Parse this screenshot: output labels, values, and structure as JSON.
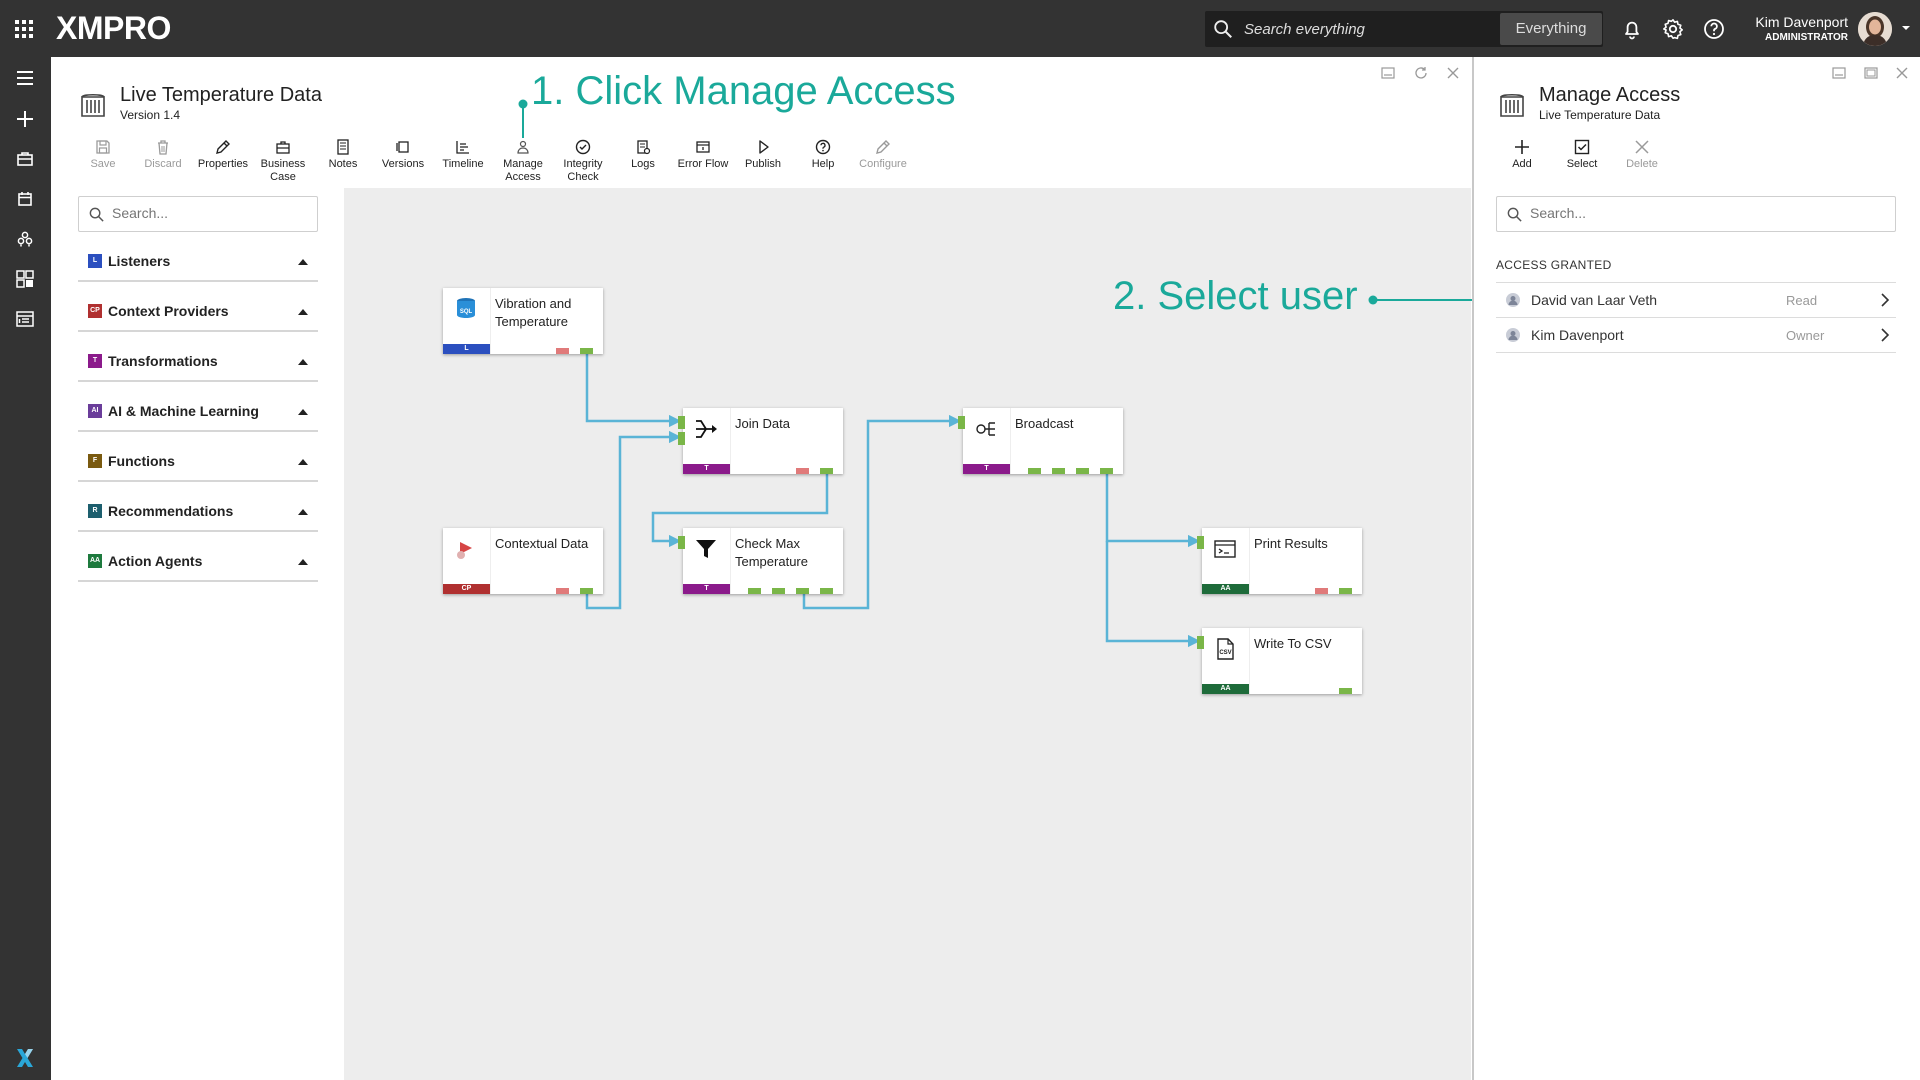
{
  "header": {
    "logo": "XMPRO",
    "search_placeholder": "Search everything",
    "search_scope": "Everything",
    "user_name": "Kim Davenport",
    "user_role": "ADMINISTRATOR"
  },
  "editor": {
    "title": "Live Temperature Data",
    "version": "Version 1.4",
    "toolbar": [
      {
        "label": "Save",
        "icon": "save-icon",
        "enabled": false
      },
      {
        "label": "Discard",
        "icon": "trash-icon",
        "enabled": false
      },
      {
        "label": "Properties",
        "icon": "pencil-icon",
        "enabled": true
      },
      {
        "label": "Business Case",
        "icon": "briefcase-icon",
        "enabled": true
      },
      {
        "label": "Notes",
        "icon": "notes-icon",
        "enabled": true
      },
      {
        "label": "Versions",
        "icon": "versions-icon",
        "enabled": true
      },
      {
        "label": "Timeline",
        "icon": "timeline-icon",
        "enabled": true
      },
      {
        "label": "Manage Access",
        "icon": "manage-access-icon",
        "enabled": true
      },
      {
        "label": "Integrity Check",
        "icon": "check-circle-icon",
        "enabled": true
      },
      {
        "label": "Logs",
        "icon": "logs-icon",
        "enabled": true
      },
      {
        "label": "Error Flow",
        "icon": "error-flow-icon",
        "enabled": true
      },
      {
        "label": "Publish",
        "icon": "play-icon",
        "enabled": true
      },
      {
        "label": "Help",
        "icon": "help-icon",
        "enabled": true
      },
      {
        "label": "Configure",
        "icon": "pencil-icon",
        "enabled": false
      }
    ],
    "search_placeholder": "Search...",
    "categories": [
      {
        "badge": "L",
        "label": "Listeners",
        "color": "#2b4fbf"
      },
      {
        "badge": "CP",
        "label": "Context Providers",
        "color": "#b03030"
      },
      {
        "badge": "T",
        "label": "Transformations",
        "color": "#8b1a8b"
      },
      {
        "badge": "AI",
        "label": "AI & Machine Learning",
        "color": "#6a3d9a"
      },
      {
        "badge": "F",
        "label": "Functions",
        "color": "#7a5a10"
      },
      {
        "badge": "R",
        "label": "Recommendations",
        "color": "#1d5f6e"
      },
      {
        "badge": "AA",
        "label": "Action Agents",
        "color": "#1e7a3e"
      }
    ]
  },
  "nodes": {
    "vibration": {
      "label": "Vibration and Temperature",
      "type": "L",
      "color": "#2b4fbf",
      "icon": "sql-icon"
    },
    "contextual": {
      "label": "Contextual Data",
      "type": "CP",
      "color": "#b03030",
      "icon": "context-icon"
    },
    "join": {
      "label": "Join Data",
      "type": "T",
      "color": "#8b1a8b",
      "icon": "join-icon"
    },
    "checkmax": {
      "label": "Check Max Temperature",
      "type": "T",
      "color": "#8b1a8b",
      "icon": "filter-icon"
    },
    "broadcast": {
      "label": "Broadcast",
      "type": "T",
      "color": "#8b1a8b",
      "icon": "broadcast-icon"
    },
    "print": {
      "label": "Print Results",
      "type": "AA",
      "color": "#1e6b3a",
      "icon": "terminal-icon"
    },
    "csv": {
      "label": "Write To CSV",
      "type": "AA",
      "color": "#1e6b3a",
      "icon": "csv-icon"
    }
  },
  "annotations": {
    "step1": "1. Click Manage Access",
    "step2": "2. Select user"
  },
  "access_panel": {
    "title": "Manage Access",
    "subtitle": "Live Temperature Data",
    "toolbar": [
      {
        "label": "Add",
        "icon": "plus-icon",
        "enabled": true
      },
      {
        "label": "Select",
        "icon": "select-icon",
        "enabled": true
      },
      {
        "label": "Delete",
        "icon": "close-icon",
        "enabled": false
      }
    ],
    "search_placeholder": "Search...",
    "section_title": "ACCESS GRANTED",
    "users": [
      {
        "name": "David van Laar Veth",
        "role": "Read"
      },
      {
        "name": "Kim Davenport",
        "role": "Owner"
      }
    ]
  },
  "colors": {
    "accent": "#1aa99a",
    "connector": "#5ab4d6",
    "port_ok": "#7ab648",
    "port_err": "#e07a7a",
    "topbar": "#333333"
  }
}
